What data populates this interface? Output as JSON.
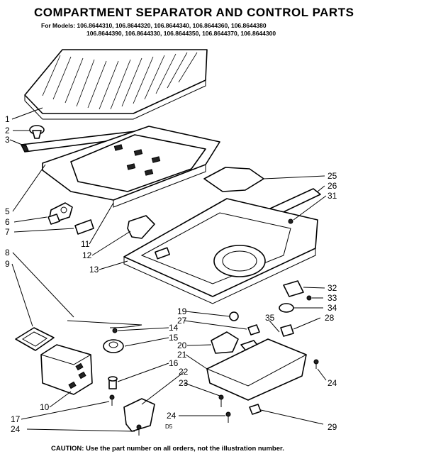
{
  "header": {
    "title": "COMPARTMENT SEPARATOR AND CONTROL PARTS",
    "models_label": "For Models:",
    "models_line1": "106.8644310, 106.8644320, 106.8644340, 106.8644360, 106.8644380",
    "models_line2": "106.8644390, 106.8644330, 106.8644350, 106.8644370, 106.8644300"
  },
  "callouts": [
    "1",
    "2",
    "3",
    "5",
    "6",
    "7",
    "8",
    "9",
    "10",
    "11",
    "12",
    "13",
    "14",
    "15",
    "16",
    "17",
    "19",
    "20",
    "21",
    "22",
    "23",
    "24",
    "24",
    "24",
    "25",
    "26",
    "27",
    "28",
    "29",
    "31",
    "32",
    "33",
    "34",
    "35"
  ],
  "drawing_code": "D5",
  "footer": {
    "caution": "CAUTION: Use the part number on all orders, not the illustration number."
  }
}
